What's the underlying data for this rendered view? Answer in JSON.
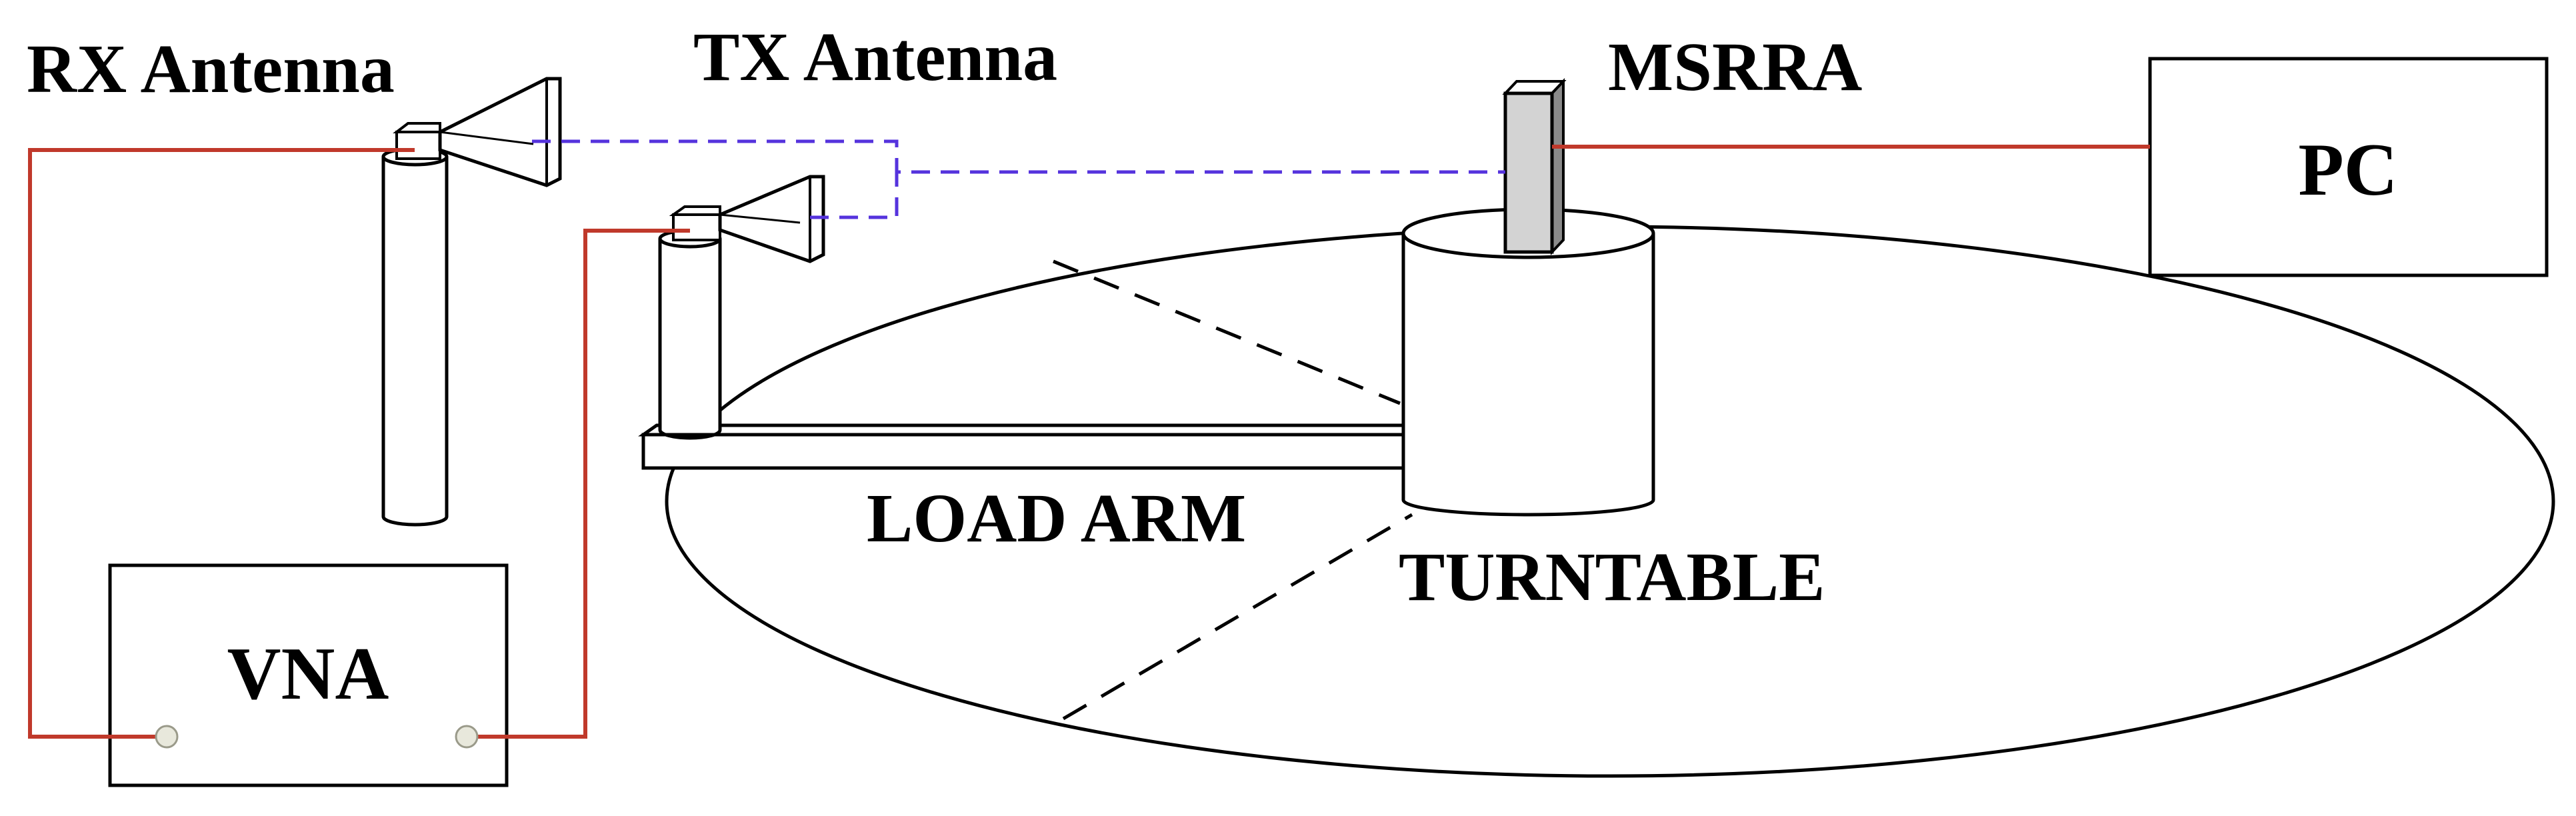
{
  "labels": {
    "rx_antenna": "RX Antenna",
    "tx_antenna": "TX Antenna",
    "msrra": "MSRRA",
    "pc": "PC",
    "vna": "VNA",
    "load_arm": "LOAD ARM",
    "turntable": "TURNTABLE"
  },
  "colors": {
    "cable": "#c0392b",
    "rf_path": "#5533dd",
    "outline": "#000000",
    "connector": "#e8e8dc",
    "msrra_fill": "#d3d3d3"
  }
}
